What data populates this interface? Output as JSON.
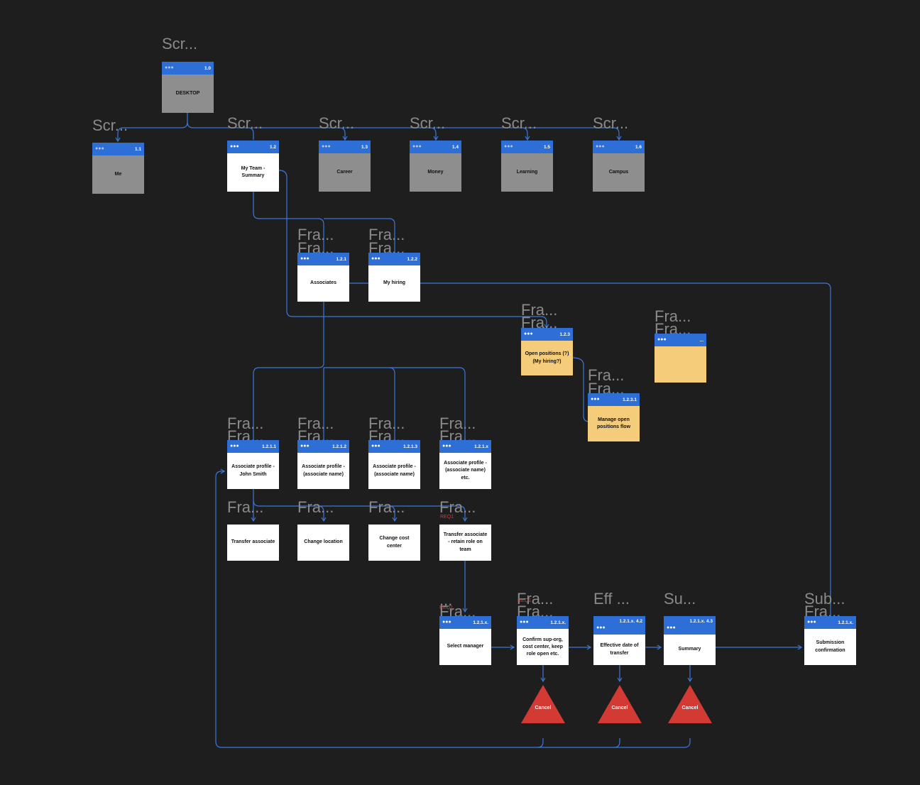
{
  "frame_labels": {
    "root": "Scr...",
    "me": "Scr...",
    "my_team": "Scr...",
    "career": "Scr...",
    "money": "Scr...",
    "learning": "Scr...",
    "campus": "Scr...",
    "assoc_a": "Fra...",
    "assoc_b": "Fra...",
    "hiring_a": "Fra...",
    "hiring_b": "Fra...",
    "open_a": "Fra...",
    "open_b": "Fra...",
    "blank_a": "Fra...",
    "blank_b": "Fra...",
    "manage_a": "Fra...",
    "manage_b": "Fra...",
    "p1_a": "Fra...",
    "p1_b": "Fra...",
    "p2_a": "Fra...",
    "p2_b": "Fra...",
    "p3_a": "Fra...",
    "p3_b": "Fra...",
    "p4_a": "Fra...",
    "p4_b": "Fra...",
    "transfer": "Fra...",
    "change_location": "Fra...",
    "change_cost": "Fra...",
    "transfer_retain": "Fra...",
    "select_manager_a": "...",
    "select_manager_b": "Fra...",
    "confirm_a": "Fra...",
    "confirm_b": "Fra...",
    "effective": "Eff ...",
    "summary": "Su...",
    "submission_a": "Sub...",
    "submission_b": "Fra..."
  },
  "notes": {
    "req1": "REQ1",
    "select_manager_note": "REQ1",
    "confirm_note": "REQ1"
  },
  "nodes": {
    "desktop": {
      "num": "1.0",
      "title": "DESKTOP"
    },
    "me": {
      "num": "1.1",
      "title": "Me"
    },
    "my_team": {
      "num": "1.2",
      "title": "My Team - Summary"
    },
    "career": {
      "num": "1.3",
      "title": "Career"
    },
    "money": {
      "num": "1.4",
      "title": "Money"
    },
    "learning": {
      "num": "1.5",
      "title": "Learning"
    },
    "campus": {
      "num": "1.6",
      "title": "Campus"
    },
    "associates": {
      "num": "1.2.1",
      "title": "Associates"
    },
    "my_hiring": {
      "num": "1.2.2",
      "title": "My hiring"
    },
    "open_positions": {
      "num": "1.2.3",
      "title": "Open positions (?) (My hiring?)"
    },
    "blank_frame": {
      "num": "...",
      "title": ""
    },
    "manage_open": {
      "num": "1.2.3.1",
      "title": "Manage open positions flow"
    },
    "profile_john": {
      "num": "1.2.1.1",
      "title": "Associate profile - John Smith"
    },
    "profile_2": {
      "num": "1.2.1.2",
      "title": "Associate profile - (associate name)"
    },
    "profile_3": {
      "num": "1.2.1.3",
      "title": "Associate profile - (associate name)"
    },
    "profile_x": {
      "num": "1.2.1.x",
      "title": "Associate profile - (associate name) etc."
    },
    "transfer": {
      "title": "Transfer associate"
    },
    "change_location": {
      "title": "Change location"
    },
    "change_cost": {
      "title": "Change cost center"
    },
    "transfer_retain": {
      "title": "Transfer associate - retain role on team"
    },
    "select_manager": {
      "num": "1.2.1.x.",
      "title": "Select manager"
    },
    "confirm": {
      "num": "1.2.1.x.",
      "title": "Confirm sup-org, cost center, keep role open  etc."
    },
    "effective": {
      "num": "1.2.1.x. 4.2",
      "title": "Effective date of transfer"
    },
    "summary": {
      "num": "1.2.1.x. 4.3",
      "title": "Summary"
    },
    "submission": {
      "num": "1.2.1.x.",
      "title": "Submission confirmation"
    }
  },
  "dots": "●●●",
  "cancel_label": "Cancel",
  "colors": {
    "background": "#1e1e1e",
    "header_blue": "#2d6fd6",
    "connector": "#3b78d8",
    "gray_body": "#8e8e8e",
    "yellow_body": "#f5cc7a",
    "cancel_red": "#d33a33",
    "label_gray": "#8a8a8a"
  }
}
